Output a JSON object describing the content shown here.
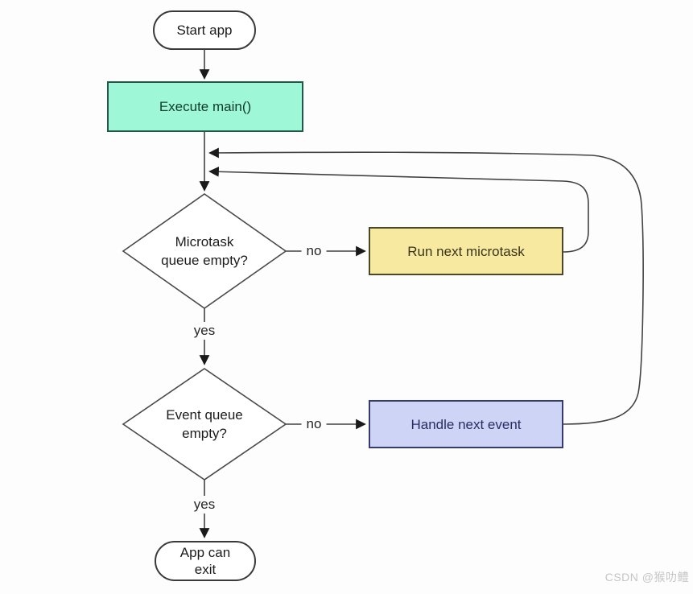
{
  "diagram_type": "flowchart",
  "palette": {
    "background": "#fdfdfd",
    "connector": "#424242",
    "terminal_fill": "#ffffff",
    "terminal_stroke": "#3a3a3a",
    "execute_main_fill": "#9ef8d7",
    "execute_main_stroke": "#20584a",
    "run_microtask_fill": "#f8e9a1",
    "run_microtask_stroke": "#4c472a",
    "handle_event_fill": "#ced4f5",
    "handle_event_stroke": "#353b6e",
    "decision_fill": "#ffffff",
    "decision_stroke": "#4a4a4a",
    "watermark_color": "#c5c5c5"
  },
  "nodes": {
    "start": {
      "type": "terminal",
      "label": "Start app"
    },
    "execute_main": {
      "type": "process",
      "label": "Execute main()"
    },
    "microtask_decision": {
      "type": "decision",
      "lines": [
        "Microtask",
        "queue empty?"
      ]
    },
    "run_microtask": {
      "type": "process",
      "label": "Run next microtask"
    },
    "event_decision": {
      "type": "decision",
      "lines": [
        "Event queue",
        "empty?"
      ]
    },
    "handle_event": {
      "type": "process",
      "label": "Handle next event"
    },
    "app_exit": {
      "type": "terminal",
      "lines": [
        "App can",
        "exit"
      ]
    }
  },
  "edges": [
    {
      "from": "start",
      "to": "execute_main",
      "label": ""
    },
    {
      "from": "execute_main",
      "to": "microtask_decision",
      "label": ""
    },
    {
      "from": "microtask_decision",
      "to": "run_microtask",
      "label": "no"
    },
    {
      "from": "microtask_decision",
      "to": "event_decision",
      "label": "yes"
    },
    {
      "from": "event_decision",
      "to": "handle_event",
      "label": "no"
    },
    {
      "from": "event_decision",
      "to": "app_exit",
      "label": "yes"
    },
    {
      "from": "run_microtask",
      "to": "microtask_decision",
      "label": ""
    },
    {
      "from": "handle_event",
      "to": "microtask_decision",
      "label": ""
    }
  ],
  "watermark": {
    "text": "CSDN @猴叻鳢"
  }
}
